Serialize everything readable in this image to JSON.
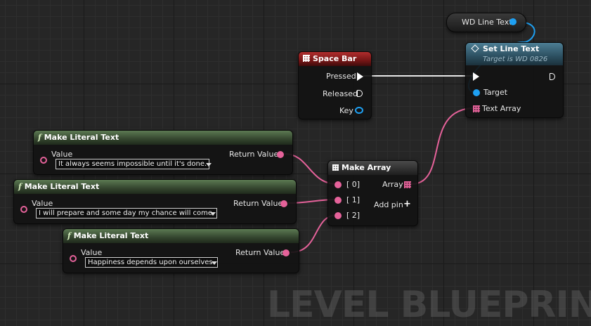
{
  "watermark": "LEVEL BLUEPRINT",
  "var_node": {
    "label": "WD Line Text"
  },
  "set_node": {
    "title": "Set Line Text",
    "subtitle": "Target is WD 0826",
    "pins": {
      "target": "Target",
      "text_array": "Text Array"
    }
  },
  "space_bar": {
    "title": "Space Bar",
    "pins": {
      "pressed": "Pressed",
      "released": "Released",
      "key": "Key"
    }
  },
  "make_array": {
    "title": "Make Array",
    "pins": [
      "[ 0]",
      "[ 1]",
      "[ 2]"
    ],
    "output": "Array",
    "add_pin": "Add pin"
  },
  "literal_nodes": [
    {
      "title": "Make Literal Text",
      "value_label": "Value",
      "return_label": "Return Value",
      "value": "It always seems impossible until it's done."
    },
    {
      "title": "Make Literal Text",
      "value_label": "Value",
      "return_label": "Return Value",
      "value": "I will prepare and some day my chance will come."
    },
    {
      "title": "Make Literal Text",
      "value_label": "Value",
      "return_label": "Return Value",
      "value": "Happiness depends upon ourselves."
    }
  ],
  "colors": {
    "text_pin": "#e5629a",
    "object_pin": "#1ea0f2",
    "exec_wire": "#ffffff"
  }
}
